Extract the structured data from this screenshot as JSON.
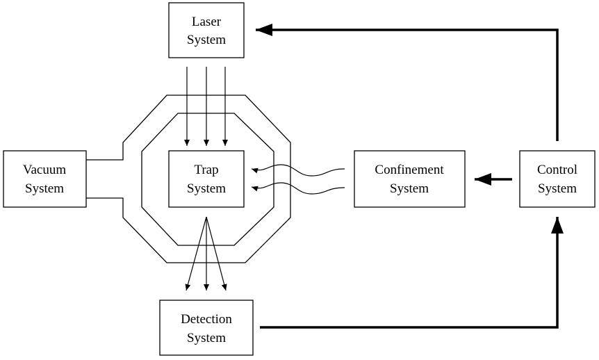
{
  "nodes": {
    "laser": {
      "line1": "Laser",
      "line2": "System"
    },
    "vacuum": {
      "line1": "Vacuum",
      "line2": "System"
    },
    "trap": {
      "line1": "Trap",
      "line2": "System"
    },
    "confinement": {
      "line1": "Confinement",
      "line2": "System"
    },
    "control": {
      "line1": "Control",
      "line2": "System"
    },
    "detection": {
      "line1": "Detection",
      "line2": "System"
    }
  }
}
